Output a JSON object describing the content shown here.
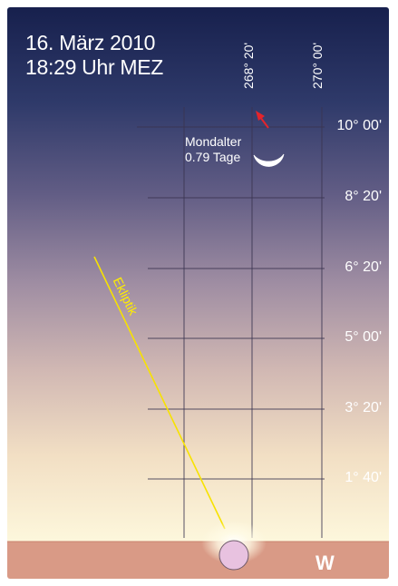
{
  "caption": {
    "date": "16. März 2010",
    "time": "18:29 Uhr MEZ"
  },
  "longitude_labels": [
    "268° 20'",
    "270° 00'"
  ],
  "altitude_labels": [
    "10° 00'",
    "8° 20'",
    "6° 20'",
    "5° 00'",
    "3° 20'",
    "1° 40'"
  ],
  "moon": {
    "label_line1": "Mondalter",
    "label_line2": "0.79 Tage"
  },
  "ecliptic_label": "Ekliptik",
  "direction_label": "W",
  "colors": {
    "sky_top": "#1b2553",
    "sky_mid": "#8d7c9c",
    "sky_bottom": "#fbf5d8",
    "ground": "#d99a86",
    "grid_line": "#3a3450",
    "ecliptic": "#f7e200",
    "motion_arrow": "#e3242b",
    "sun_disk": "#e8c2e0"
  }
}
